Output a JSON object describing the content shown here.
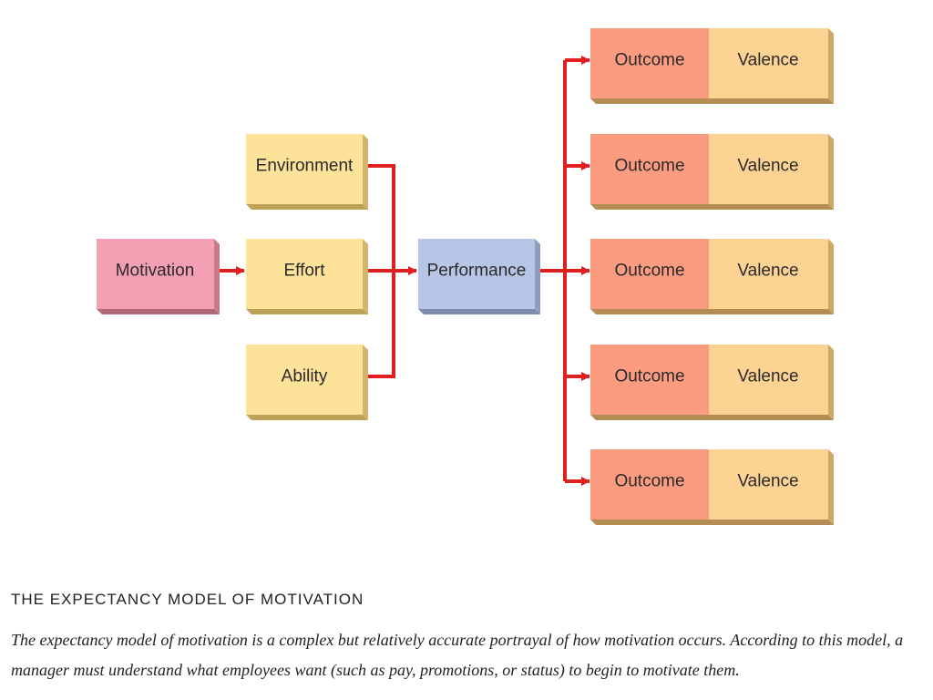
{
  "diagram": {
    "motivation": "Motivation",
    "environment": "Environment",
    "effort": "Effort",
    "ability": "Ability",
    "performance": "Performance",
    "outcomes": [
      {
        "outcome": "Outcome",
        "valence": "Valence"
      },
      {
        "outcome": "Outcome",
        "valence": "Valence"
      },
      {
        "outcome": "Outcome",
        "valence": "Valence"
      },
      {
        "outcome": "Outcome",
        "valence": "Valence"
      },
      {
        "outcome": "Outcome",
        "valence": "Valence"
      }
    ]
  },
  "colors": {
    "motivation": "#f4a0b4",
    "factor": "#fde29a",
    "performance": "#b7c6e6",
    "outcome": "#fb9c80",
    "valence": "#fdd394",
    "arrow": "#e02020"
  },
  "caption": {
    "title": "THE EXPECTANCY MODEL OF MOTIVATION",
    "body": "The expectancy model of motivation is a complex but relatively accurate portrayal of how motivation occurs. According to this model, a manager must understand what employees want (such as pay, promotions, or status) to begin to motivate them."
  }
}
